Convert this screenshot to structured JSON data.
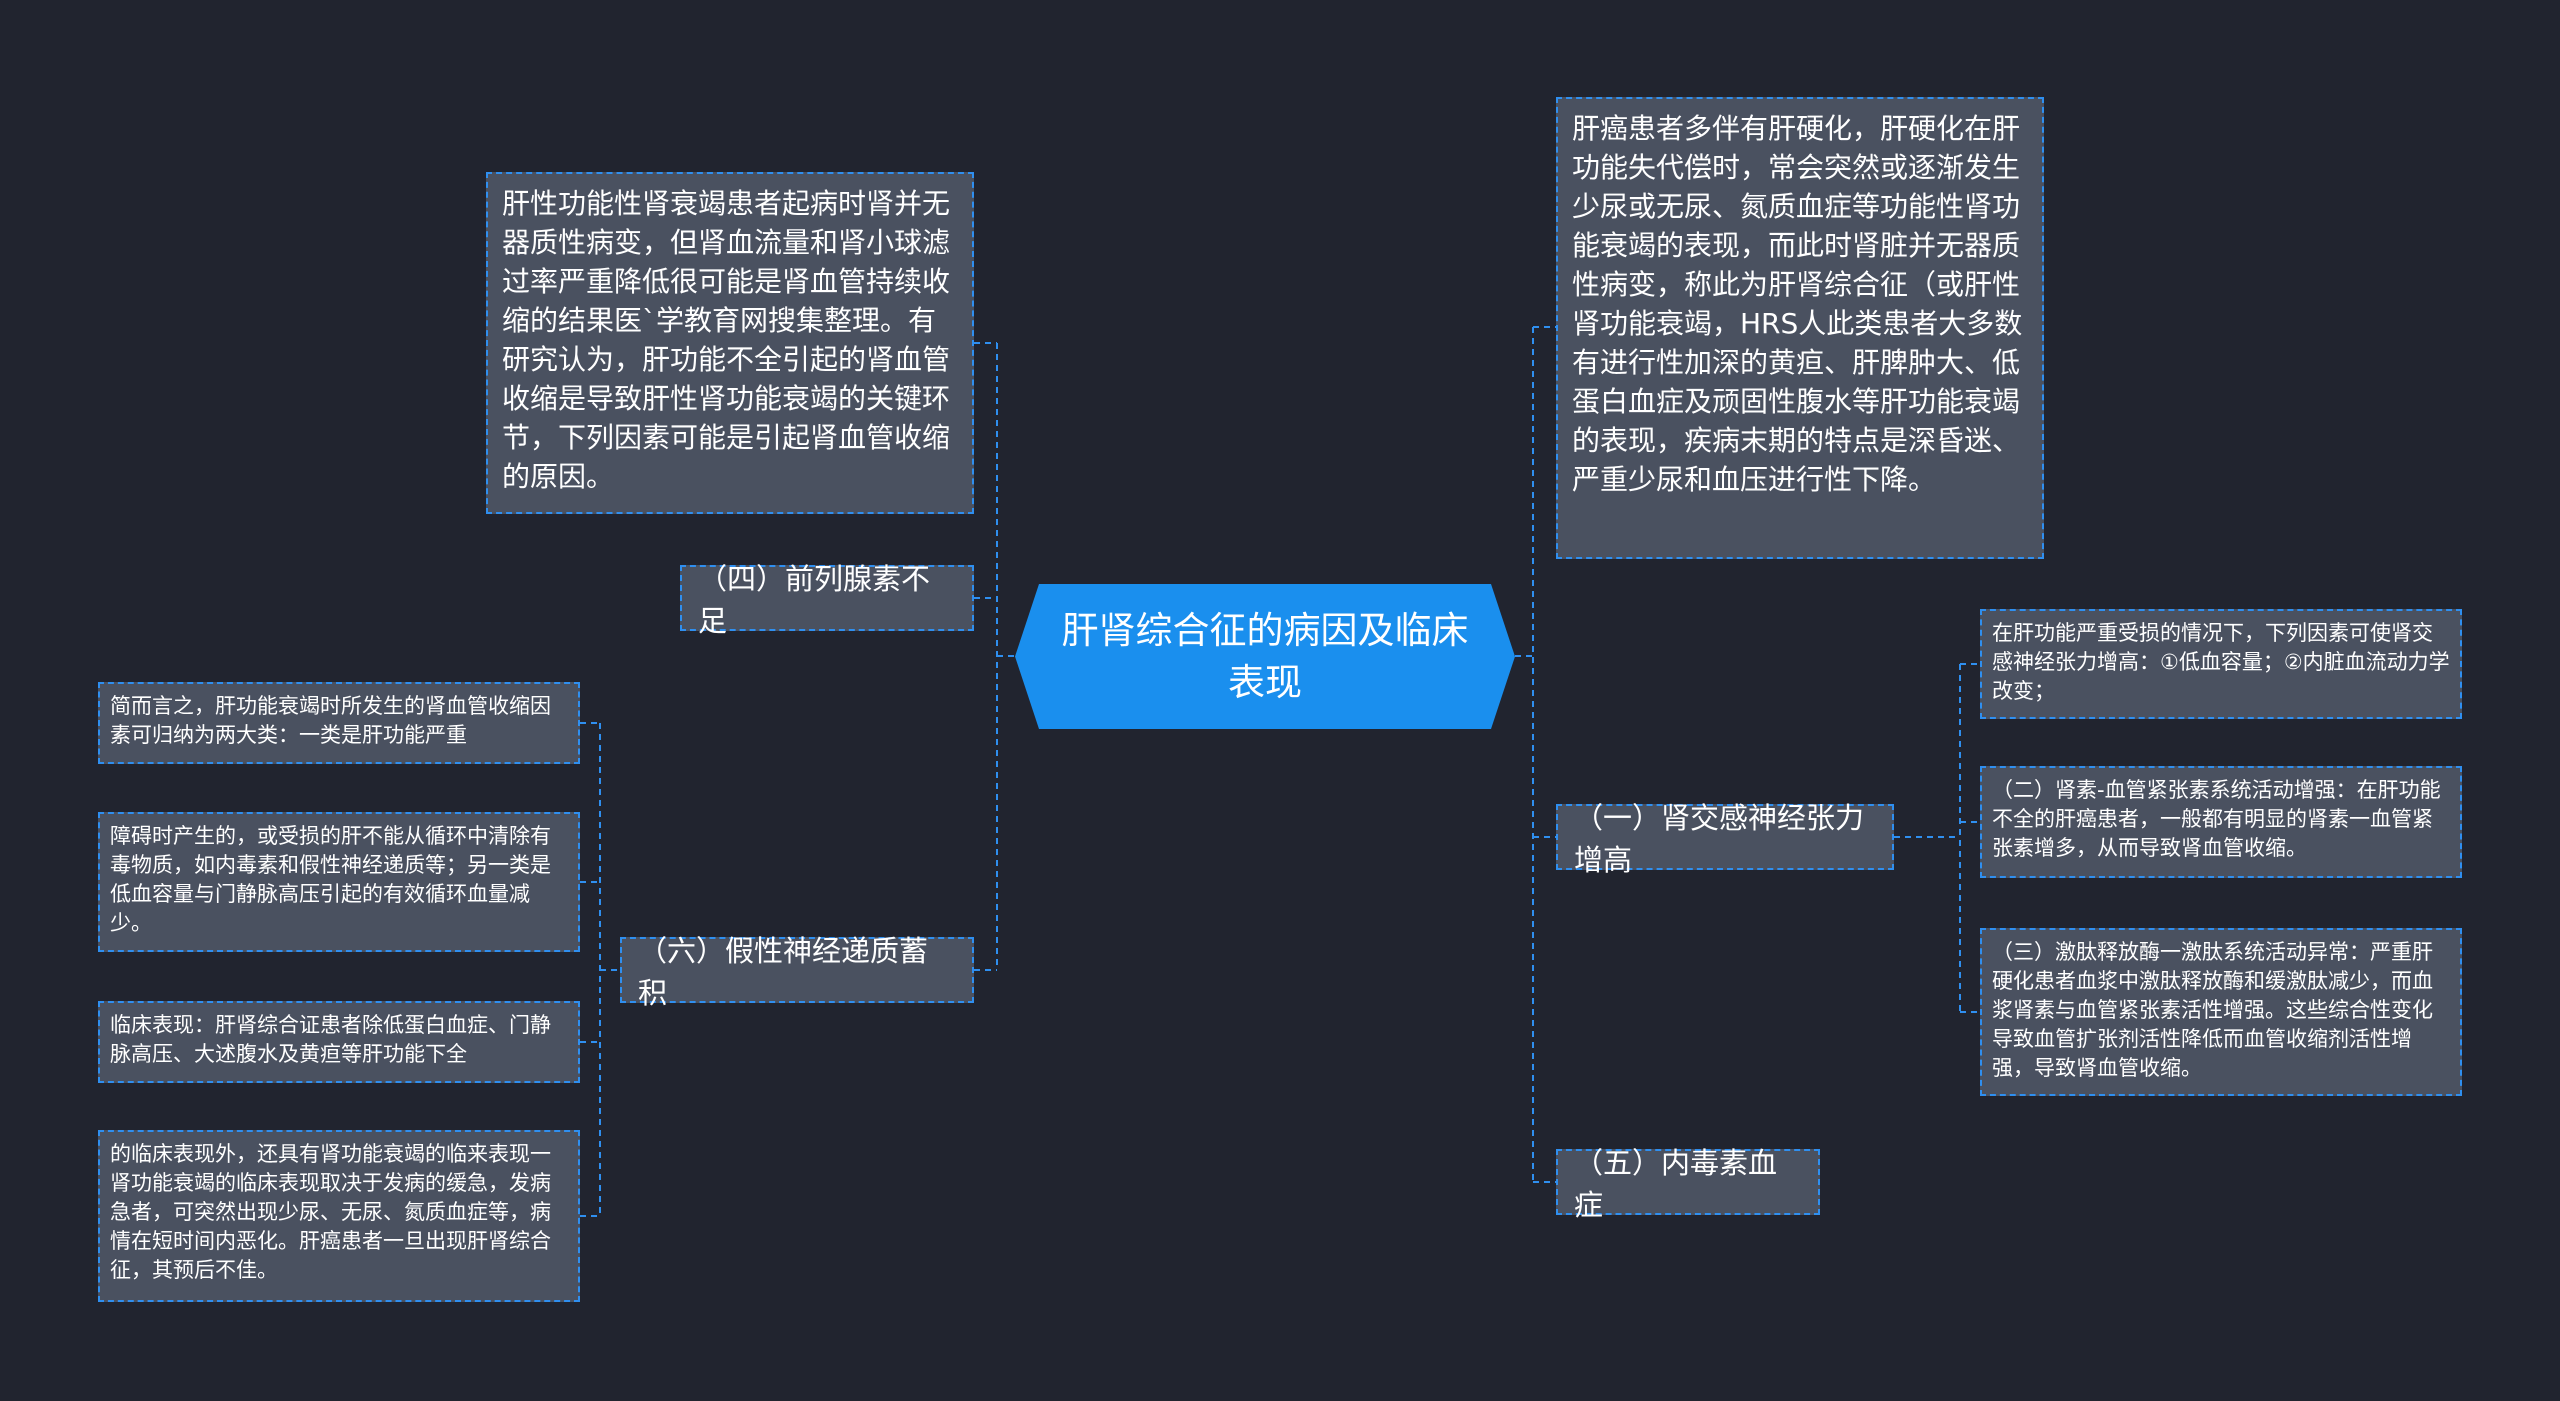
{
  "colors": {
    "background": "#21242f",
    "node_fill": "#4a5160",
    "root_fill": "#1a8fee",
    "connector": "#2f8ff0",
    "text": "#ffffff"
  },
  "root": {
    "label": "肝肾综合征的病因及临床表现"
  },
  "right": {
    "intro": "肝癌患者多伴有肝硬化，肝硬化在肝功能失代偿时，常会突然或逐渐发生少尿或无尿、氮质血症等功能性肾功能衰竭的表现，而此时肾脏并无器质性病变，称此为肝肾综合征（或肝性肾功能衰竭，HRS人此类患者大多数有进行性加深的黄疸、肝脾肿大、低蛋白血症及顽固性腹水等肝功能衰竭的表现，疾病末期的特点是深昏迷、严重少尿和血压进行性下降。",
    "branch1": {
      "label": "（一）肾交感神经张力增高",
      "children": [
        "在肝功能严重受损的情况下，下列因素可使肾交感神经张力增高：①低血容量；②内脏血流动力学改变；",
        "（二）肾素-血管紧张素系统活动增强：在肝功能不全的肝癌患者，一般都有明显的肾素一血管紧张素增多，从而导致肾血管收缩。",
        "（三）激肽释放酶一激肽系统活动异常：严重肝硬化患者血浆中激肽释放酶和缓激肽减少，而血浆肾素与血管紧张素活性增强。这些综合性变化导致血管扩张剂活性降低而血管收缩剂活性增强，导致肾血管收缩。"
      ]
    },
    "branch5": {
      "label": "（五）内毒素血症"
    }
  },
  "left": {
    "intro": "肝性功能性肾衰竭患者起病时肾并无器质性病变，但肾血流量和肾小球滤过率严重降低很可能是肾血管持续收缩的结果医`学教育网搜集整理。有研究认为，肝功能不全引起的肾血管收缩是导致肝性肾功能衰竭的关键环节，下列因素可能是引起肾血管收缩的原因。",
    "branch4": {
      "label": "（四）前列腺素不足"
    },
    "branch6": {
      "label": "（六）假性神经递质蓄积",
      "children": [
        "简而言之，肝功能衰竭时所发生的肾血管收缩因素可归纳为两大类：一类是肝功能严重",
        "障碍时产生的，或受损的肝不能从循环中清除有毒物质，如内毒素和假性神经递质等；另一类是低血容量与门静脉高压引起的有效循环血量减少。",
        "临床表现：肝肾综合证患者除低蛋白血症、门静脉高压、大述腹水及黄疸等肝功能下全",
        "的临床表现外，还具有肾功能衰竭的临来表现一肾功能衰竭的临床表现取决于发病的缓急，发病急者，可突然出现少尿、无尿、氮质血症等，病情在短时间内恶化。肝癌患者一旦出现肝肾综合征，其预后不佳。"
      ]
    }
  }
}
